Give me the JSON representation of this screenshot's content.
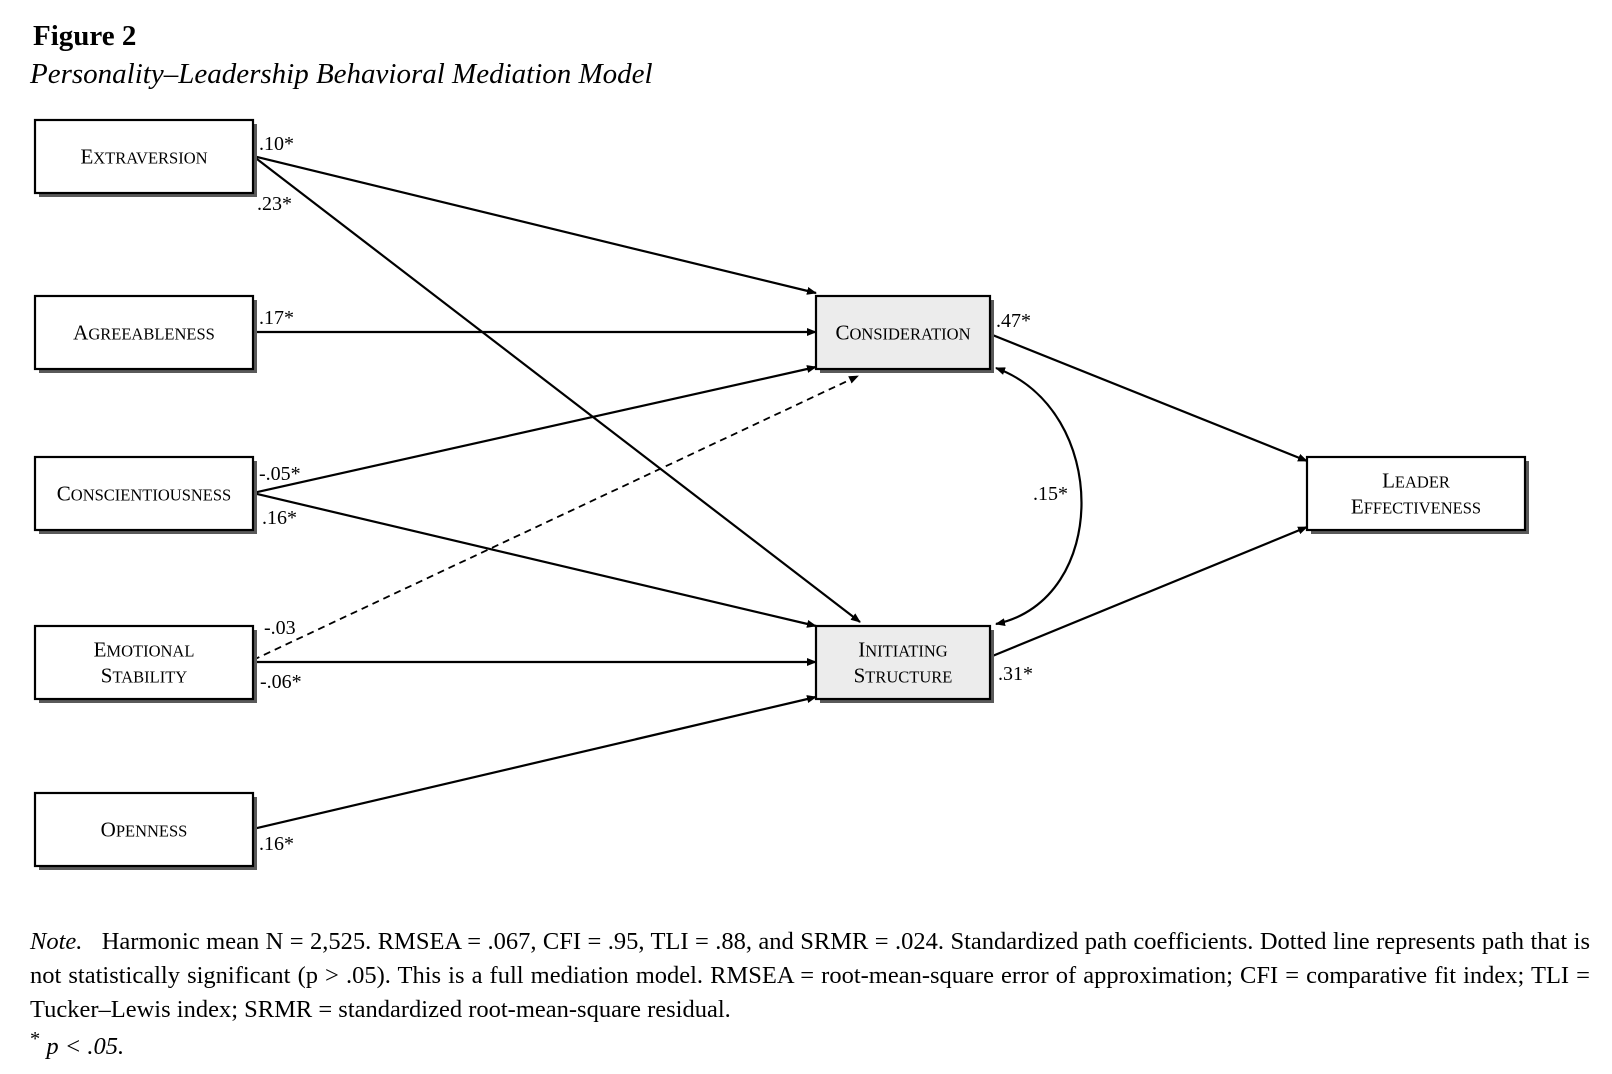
{
  "figure": {
    "label": "Figure 2",
    "title": "Personality–Leadership Behavioral Mediation Model"
  },
  "nodes": [
    {
      "id": "extraversion",
      "lines": [
        "EXTRAVERSION"
      ],
      "shaded": false
    },
    {
      "id": "agreeableness",
      "lines": [
        "AGREEABLENESS"
      ],
      "shaded": false
    },
    {
      "id": "conscientiousness",
      "lines": [
        "CONSCIENTIOUSNESS"
      ],
      "shaded": false
    },
    {
      "id": "emotional_stability",
      "lines": [
        "EMOTIONAL",
        "STABILITY"
      ],
      "shaded": false
    },
    {
      "id": "openness",
      "lines": [
        "OPENNESS"
      ],
      "shaded": false
    },
    {
      "id": "consideration",
      "lines": [
        "CONSIDERATION"
      ],
      "shaded": true
    },
    {
      "id": "initiating_structure",
      "lines": [
        "INITIATING",
        "STRUCTURE"
      ],
      "shaded": true
    },
    {
      "id": "leader_effectiveness",
      "lines": [
        "LEADER",
        "EFFECTIVENESS"
      ],
      "shaded": false
    }
  ],
  "paths": [
    {
      "from": "extraversion",
      "to": "consideration",
      "coef": ".10*",
      "significant": true
    },
    {
      "from": "extraversion",
      "to": "initiating_structure",
      "coef": ".23*",
      "significant": true
    },
    {
      "from": "agreeableness",
      "to": "consideration",
      "coef": ".17*",
      "significant": true
    },
    {
      "from": "conscientiousness",
      "to": "consideration",
      "coef": "-.05*",
      "significant": true
    },
    {
      "from": "conscientiousness",
      "to": "initiating_structure",
      "coef": ".16*",
      "significant": true
    },
    {
      "from": "emotional_stability",
      "to": "consideration",
      "coef": "-.03",
      "significant": false
    },
    {
      "from": "emotional_stability",
      "to": "initiating_structure",
      "coef": "-.06*",
      "significant": true
    },
    {
      "from": "openness",
      "to": "initiating_structure",
      "coef": ".16*",
      "significant": true
    },
    {
      "from": "consideration",
      "to": "leader_effectiveness",
      "coef": ".47*",
      "significant": true
    },
    {
      "from": "initiating_structure",
      "to": "leader_effectiveness",
      "coef": ".31*",
      "significant": true
    },
    {
      "from": "consideration",
      "to": "initiating_structure",
      "coef": ".15*",
      "significant": true,
      "type": "covariance"
    }
  ],
  "note": {
    "lead": "Note.",
    "text": "Harmonic mean N = 2,525. RMSEA = .067, CFI = .95, TLI = .88, and SRMR = .024. Standardized path coefficients. Dotted line represents path that is not statistically significant (p > .05). This is a full mediation model. RMSEA = root-mean-square error of approximation; CFI = comparative fit index; TLI = Tucker–Lewis index; SRMR = standardized root-mean-square residual.",
    "footnote_symbol": "*",
    "footnote_text": "p < .05."
  }
}
